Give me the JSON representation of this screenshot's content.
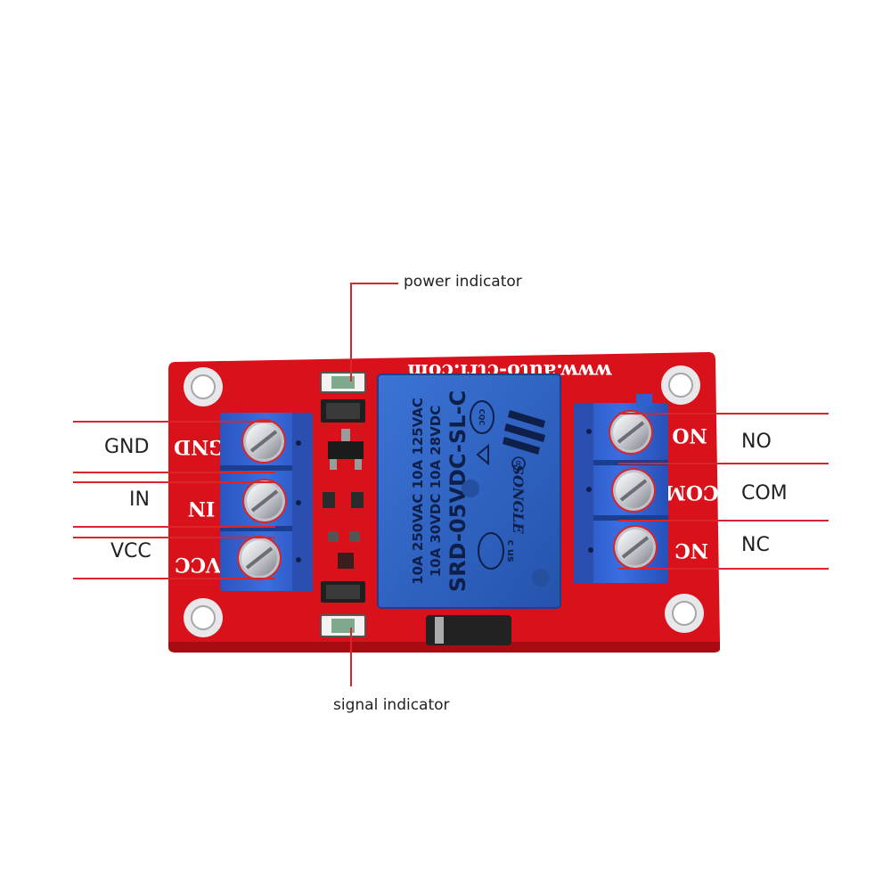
{
  "labels": {
    "power_indicator": "power indicator",
    "signal_indicator": "signal indicator",
    "left_pins": [
      "GND",
      "IN",
      "VCC"
    ],
    "right_pins": [
      "NO",
      "COM",
      "NC"
    ]
  },
  "board": {
    "url": "www.auto-ctrl.com",
    "silk_left": [
      "GND",
      "IN",
      "VCC"
    ],
    "silk_right": [
      "NO",
      "COM",
      "NC"
    ]
  },
  "relay": {
    "lines": [
      "10A 250VAC  10A 125VAC",
      "10A  30VDC  10A  28VDC",
      "SRD-05VDC-SL-C"
    ],
    "brand": "SONGLE",
    "cqc": "CQC",
    "ul": "c  us"
  },
  "colors": {
    "pcb": "#d8111b",
    "pcb_dark": "#a80c12",
    "relay": "#2f65c4",
    "relay_text": "#0e1f4a",
    "terminal": "#2f5fd0",
    "leader": "#d9262c"
  }
}
